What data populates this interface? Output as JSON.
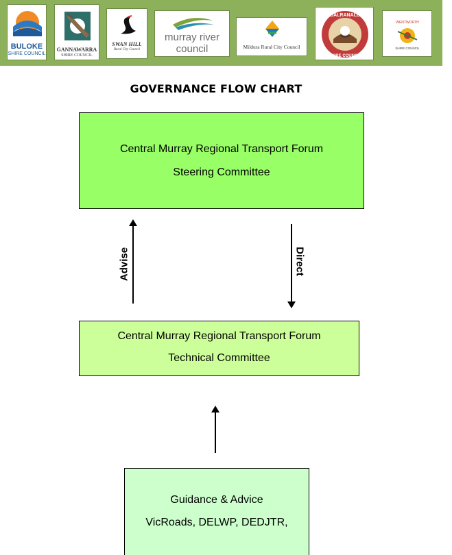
{
  "header": {
    "logos": [
      {
        "name": "buloke",
        "line1": "BULOKE",
        "line2": "SHIRE COUNCIL"
      },
      {
        "name": "gannawarra",
        "line1": "GANNAWARRA",
        "line2": "SHIRE COUNCIL"
      },
      {
        "name": "swan-hill",
        "line1": "SWAN HILL",
        "line2": "Rural City Council"
      },
      {
        "name": "murray-river",
        "line1": "murray river",
        "line2": "council"
      },
      {
        "name": "mildura",
        "line1": "Mildura Rural City Council"
      },
      {
        "name": "balranald",
        "line1": "BALRANALD",
        "line2": "SHIRE COUNCIL"
      },
      {
        "name": "wentworth",
        "line1": "WENTWORTH",
        "line2": "SHIRE COUNCIL"
      }
    ]
  },
  "title": "GOVERNANCE FLOW CHART",
  "steering": {
    "line1": "Central Murray Regional Transport Forum",
    "line2": "Steering Committee"
  },
  "technical": {
    "line1": "Central Murray Regional Transport Forum",
    "line2": "Technical Committee"
  },
  "guidance": {
    "line1": "Guidance & Advice",
    "line2": "VicRoads, DELWP, DEDJTR,"
  },
  "labels": {
    "advise": "Advise",
    "direct": "Direct"
  },
  "colors": {
    "steering_fill": "#99ff66",
    "technical_fill": "#ccff99",
    "guidance_fill": "#ccffcc",
    "banner": "#8db05a"
  }
}
